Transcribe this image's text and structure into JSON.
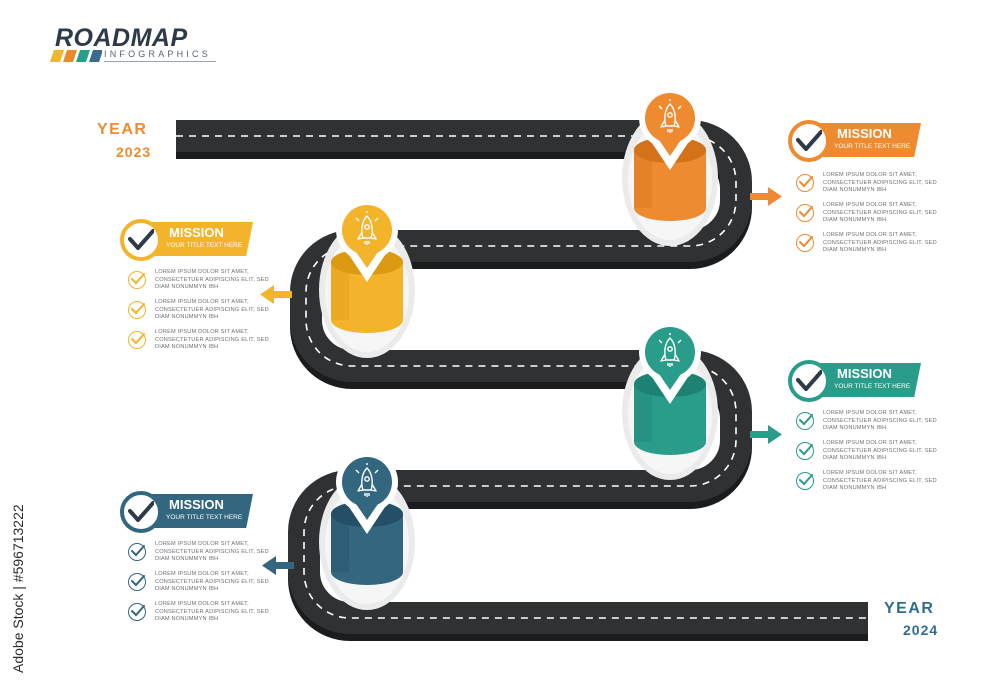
{
  "logo": {
    "title": "ROADMAP",
    "subtitle": "INFOGRAPHICS",
    "stripe_colors": [
      "#f1b52e",
      "#e98a2c",
      "#2a9c8a",
      "#3a6b8a"
    ]
  },
  "start": {
    "year_word": "YEAR",
    "year": "2023",
    "color": "#ee8a30"
  },
  "end": {
    "year_word": "YEAR",
    "year": "2024",
    "color": "#2f6d8a"
  },
  "road": {
    "color": "#2f3133",
    "shadow_color": "#1b1c1e",
    "lane_color": "#ffffff"
  },
  "milestones": [
    {
      "id": "orange",
      "color": "#ee8a30",
      "dark": "#d4711b",
      "icon": "rocket-icon",
      "arrow_direction": "right",
      "mission": {
        "title": "MISSION",
        "subtitle": "YOUR TITLE TEXT HERE",
        "items": [
          "LOREM IPSUM DOLOR SIT AMET, CONSECTETUER ADIPISCING ELIT, SED DIAM NONUMMYN IBH",
          "LOREM IPSUM DOLOR SIT AMET, CONSECTETUER ADIPISCING ELIT, SED DIAM NONUMMYN IBH",
          "LOREM IPSUM DOLOR SIT AMET, CONSECTETUER ADIPISCING ELIT, SED DIAM NONUMMYN IBH"
        ]
      }
    },
    {
      "id": "yellow",
      "color": "#f3b32a",
      "dark": "#dc9a12",
      "icon": "rocket-icon",
      "arrow_direction": "left",
      "mission": {
        "title": "MISSION",
        "subtitle": "YOUR TITLE TEXT HERE",
        "items": [
          "LOREM IPSUM DOLOR SIT AMET, CONSECTETUER ADIPISCING ELIT, SED DIAM NONUMMYN IBH",
          "LOREM IPSUM DOLOR SIT AMET, CONSECTETUER ADIPISCING ELIT, SED DIAM NONUMMYN IBH",
          "LOREM IPSUM DOLOR SIT AMET, CONSECTETUER ADIPISCING ELIT, SED DIAM NONUMMYN IBH"
        ]
      }
    },
    {
      "id": "teal",
      "color": "#2a9c8a",
      "dark": "#1e8272",
      "icon": "rocket-icon",
      "arrow_direction": "right",
      "mission": {
        "title": "MISSION",
        "subtitle": "YOUR TITLE TEXT HERE",
        "items": [
          "LOREM IPSUM DOLOR SIT AMET, CONSECTETUER ADIPISCING ELIT, SED DIAM NONUMMYN IBH",
          "LOREM IPSUM DOLOR SIT AMET, CONSECTETUER ADIPISCING ELIT, SED DIAM NONUMMYN IBH",
          "LOREM IPSUM DOLOR SIT AMET, CONSECTETUER ADIPISCING ELIT, SED DIAM NONUMMYN IBH"
        ]
      }
    },
    {
      "id": "blue",
      "color": "#33667f",
      "dark": "#244f66",
      "icon": "rocket-icon",
      "arrow_direction": "left",
      "mission": {
        "title": "MISSION",
        "subtitle": "YOUR TITLE TEXT HERE",
        "items": [
          "LOREM IPSUM DOLOR SIT AMET, CONSECTETUER ADIPISCING ELIT, SED DIAM NONUMMYN IBH",
          "LOREM IPSUM DOLOR SIT AMET, CONSECTETUER ADIPISCING ELIT, SED DIAM NONUMMYN IBH",
          "LOREM IPSUM DOLOR SIT AMET, CONSECTETUER ADIPISCING ELIT, SED DIAM NONUMMYN IBH"
        ]
      }
    }
  ],
  "watermark": {
    "text": "Adobe Stock | #596713222"
  }
}
